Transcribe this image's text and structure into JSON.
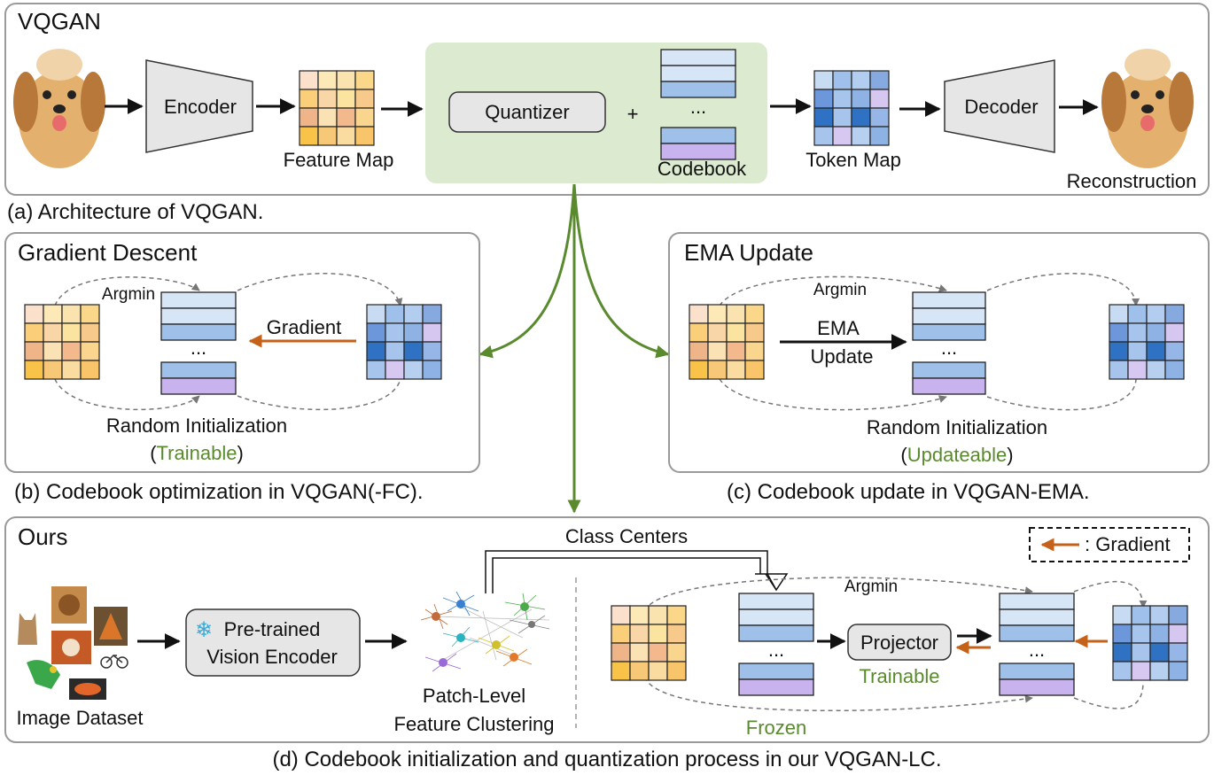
{
  "colors": {
    "frame": "#9a9a9a",
    "quantizer_bg": "#dcebd0",
    "flow_green": "#5a8a2e",
    "gradient_arrow": "#c4621a",
    "block_gray": "#e6e6e6",
    "codebook_blue": "#9fc0e8",
    "codebook_light": "#d7e6f7",
    "codebook_purple": "#c9b3ef",
    "label_green": "#5a8a2e"
  },
  "panel_a": {
    "title": "VQGAN",
    "encoder": "Encoder",
    "feature_map": "Feature Map",
    "quantizer": "Quantizer",
    "plus": "+",
    "ellipsis": "...",
    "codebook": "Codebook",
    "token_map": "Token Map",
    "decoder": "Decoder",
    "reconstruction": "Reconstruction",
    "input_image_icon": "dog-image-icon",
    "output_image_icon": "dog-image-icon",
    "caption": "(a) Architecture of VQGAN."
  },
  "panel_b": {
    "title": "Gradient Descent",
    "argmin": "Argmin",
    "gradient": "Gradient",
    "ellipsis": "...",
    "init": "Random Initialization",
    "paren_open": "(",
    "trainable": "Trainable",
    "paren_close": ")",
    "caption": "(b) Codebook optimization in VQGAN(-FC)."
  },
  "panel_c": {
    "title": "EMA Update",
    "argmin": "Argmin",
    "ema": "EMA",
    "update": "Update",
    "ellipsis": "...",
    "init": "Random Initialization",
    "paren_open": "(",
    "updateable": "Updateable",
    "paren_close": ")",
    "caption": "(c) Codebook update in VQGAN-EMA."
  },
  "panel_d": {
    "title": "Ours",
    "legend": ": Gradient",
    "class_centers": "Class Centers",
    "argmin": "Argmin",
    "dataset": "Image Dataset",
    "encoder_line1": "Pre-trained",
    "encoder_line2": "Vision Encoder",
    "frozen_icon": "snowflake-icon",
    "cluster_line1": "Patch-Level",
    "cluster_line2": "Feature Clustering",
    "projector": "Projector",
    "trainable": "Trainable",
    "frozen": "Frozen",
    "ellipsis": "...",
    "caption": "(d) Codebook initialization and quantization process in our VQGAN-LC."
  }
}
